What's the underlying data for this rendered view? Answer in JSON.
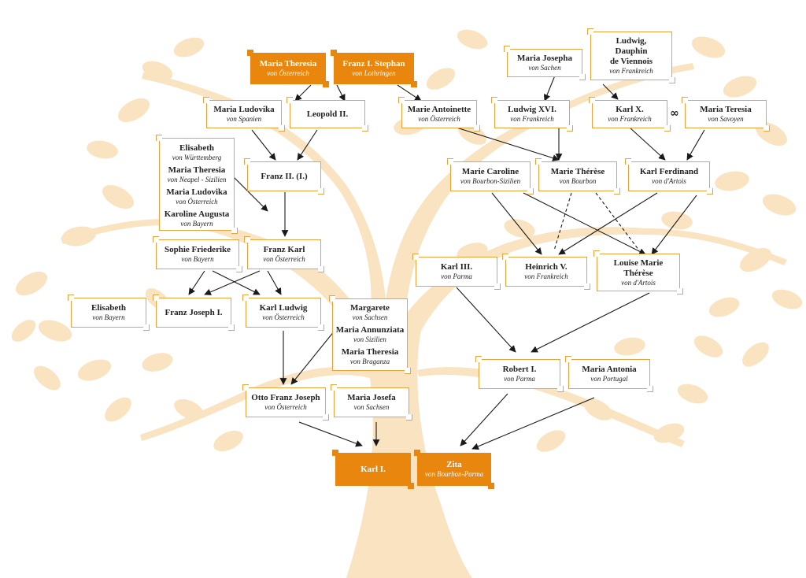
{
  "colors": {
    "accent": "#e8860e",
    "border": "#e8a33c",
    "tree": "#f9e3c0",
    "text": "#222222",
    "arrow": "#1a1a1a"
  },
  "marriage_symbol": "∞",
  "people": {
    "maria_theresia_oe": {
      "name": "Maria Theresia",
      "sub": "von Österreich"
    },
    "franz_stephan": {
      "name": "Franz I. Stephan",
      "sub": "von Lothringen"
    },
    "maria_josepha": {
      "name": "Maria Josepha",
      "sub": "von Sachen"
    },
    "ludwig_dauphin": {
      "name_lines": [
        "Ludwig,",
        "Dauphin",
        "de Viennois"
      ],
      "sub": "von Frankreich"
    },
    "maria_ludovika_sp": {
      "name": "Maria Ludovika",
      "sub": "von Spanien"
    },
    "leopold": {
      "name": "Leopold II.",
      "sub": ""
    },
    "marie_antoinette": {
      "name": "Marie Antoinette",
      "sub": "von Österreich"
    },
    "ludwig_xvi": {
      "name": "Ludwig XVI.",
      "sub": "von Frankreich"
    },
    "karl_x": {
      "name": "Karl X.",
      "sub": "von Frankreich"
    },
    "maria_teresia_sav": {
      "name": "Maria Teresia",
      "sub": "von Savoyen"
    },
    "wives_franz": [
      {
        "name": "Elisabeth",
        "sub": "von Württemberg"
      },
      {
        "name": "Maria Theresia",
        "sub": "von Neapel - Sizilien"
      },
      {
        "name": "Maria Ludovika",
        "sub": "von Österreich"
      },
      {
        "name": "Karoline Augusta",
        "sub": "von Bayern"
      }
    ],
    "franz_ii": {
      "name": "Franz II. (I.)",
      "sub": ""
    },
    "marie_caroline": {
      "name": "Marie Caroline",
      "sub": "von Bourbon-Sizilien"
    },
    "marie_therese": {
      "name": "Marie Thérèse",
      "sub": "von Bourbon"
    },
    "karl_ferdinand": {
      "name": "Karl Ferdinand",
      "sub": "von d'Artois"
    },
    "sophie_friederike": {
      "name": "Sophie Friederike",
      "sub": "von Bayern"
    },
    "franz_karl": {
      "name": "Franz Karl",
      "sub": "von Österreich"
    },
    "karl_iii": {
      "name": "Karl III.",
      "sub": "von Parma"
    },
    "heinrich_v": {
      "name": "Heinrich V.",
      "sub": "von Frankreich"
    },
    "louise_marie": {
      "name_lines": [
        "Louise Marie",
        "Thérèse"
      ],
      "sub": "von d'Artois"
    },
    "elisabeth_bayern": {
      "name": "Elisabeth",
      "sub": "von Bayern"
    },
    "franz_joseph": {
      "name": "Franz Joseph I.",
      "sub": ""
    },
    "karl_ludwig": {
      "name": "Karl Ludwig",
      "sub": "von Österreich"
    },
    "wives_karl_ludwig": [
      {
        "name": "Margarete",
        "sub": "von Sachsen"
      },
      {
        "name": "Maria Annunziata",
        "sub": "von Sizilien"
      },
      {
        "name": "Maria Theresia",
        "sub": "von Braganza"
      }
    ],
    "robert_i": {
      "name": "Robert I.",
      "sub": "von Parma"
    },
    "maria_antonia": {
      "name": "Maria Antonia",
      "sub": "von Portugal"
    },
    "otto_franz_joseph": {
      "name": "Otto Franz Joseph",
      "sub": "von Österreich"
    },
    "maria_josefa": {
      "name": "Maria Josefa",
      "sub": "von Sachsen"
    },
    "karl_i": {
      "name": "Karl I.",
      "sub": ""
    },
    "zita": {
      "name": "Zita",
      "sub": "von Bourbon-Parma"
    }
  }
}
